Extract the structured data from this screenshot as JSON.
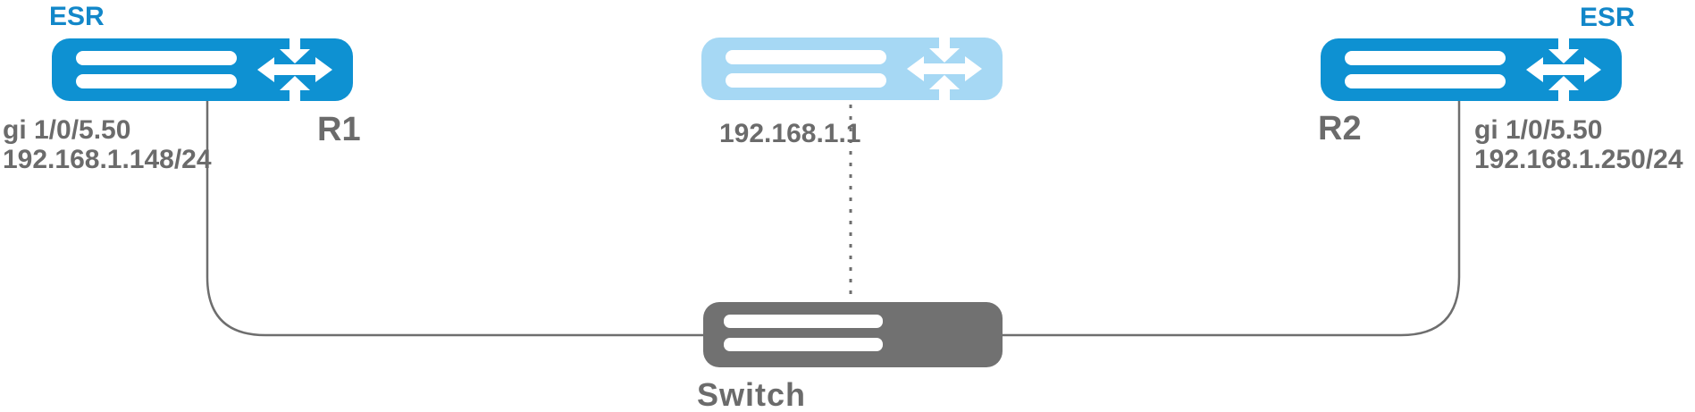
{
  "colors": {
    "router_blue": "#0E91D2",
    "router_blue_faded": "#A6D8F4",
    "switch_gray": "#717171",
    "label_gray": "#6B6B6B",
    "esr_blue": "#1287C9",
    "line_gray": "#6E6E6E",
    "bars_white": "#FFFFFF"
  },
  "nodes": {
    "r1": {
      "device_type": "ESR",
      "name": "R1",
      "interface": "gi 1/0/5.50",
      "ip": "192.168.1.148/24"
    },
    "virtual_router": {
      "ip": "192.168.1.1"
    },
    "r2": {
      "device_type": "ESR",
      "name": "R2",
      "interface": "gi 1/0/5.50",
      "ip": "192.168.1.250/24"
    },
    "switch": {
      "name": "Switch"
    }
  }
}
